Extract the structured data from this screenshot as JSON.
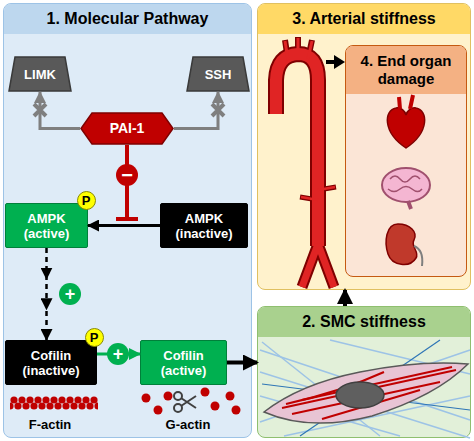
{
  "diagram": {
    "nodes": [
      {
        "text": [
          "1. Molecular Pathway"
        ]
      },
      {
        "text": [
          "LIMK"
        ],
        "in": 0
      },
      {
        "text": [
          "SSH"
        ],
        "in": 0
      },
      {
        "text": [
          "PAI-1"
        ],
        "in": 0
      },
      {
        "text": [
          "AMPK (active)"
        ],
        "in": 0
      },
      {
        "text": [
          "AMPK (inactive)"
        ],
        "in": 0
      },
      {
        "text": [
          "Cofilin (inactive)"
        ],
        "in": 0
      },
      {
        "text": [
          "Cofilin (active)"
        ],
        "in": 0
      },
      {
        "text": [
          "3. Arterial stiffness"
        ]
      },
      {
        "text": [
          "4. End organ damage"
        ],
        "in": 8
      },
      {
        "text": [
          "2. SMC stiffness"
        ]
      }
    ],
    "edges": [
      {
        "from": 3,
        "to": 1,
        "arrow": "to"
      },
      {
        "from": 3,
        "to": 2,
        "arrow": "to"
      },
      {
        "from": 5,
        "to": 4,
        "arrow": "to"
      },
      {
        "from": 4,
        "to": 6,
        "arrow": "to"
      },
      {
        "from": 6,
        "to": 7,
        "arrow": "to"
      },
      {
        "from": 7,
        "to": 10,
        "arrow": "to"
      },
      {
        "from": 10,
        "to": 8,
        "arrow": "to"
      }
    ],
    "labels": [
      "P",
      "P",
      "−",
      "+",
      "+",
      "F-actin",
      "G-actin"
    ]
  }
}
